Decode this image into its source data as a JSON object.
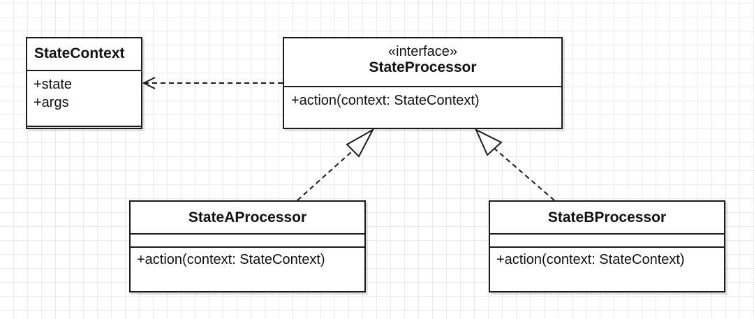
{
  "diagram": {
    "classes": [
      {
        "id": "ctx",
        "name": "StateContext",
        "stereotype": "",
        "attributes": [
          "+state",
          "+args"
        ],
        "operations": []
      },
      {
        "id": "iface",
        "name": "StateProcessor",
        "stereotype": "«interface»",
        "attributes": [],
        "operations": [
          "+action(context: StateContext)"
        ]
      },
      {
        "id": "stateA",
        "name": "StateAProcessor",
        "stereotype": "",
        "attributes": [],
        "operations": [
          "+action(context: StateContext)"
        ]
      },
      {
        "id": "stateB",
        "name": "StateBProcessor",
        "stereotype": "",
        "attributes": [],
        "operations": [
          "+action(context: StateContext)"
        ]
      }
    ],
    "relations": [
      {
        "type": "dependency",
        "from": "StateProcessor",
        "to": "StateContext"
      },
      {
        "type": "realization",
        "from": "StateAProcessor",
        "to": "StateProcessor"
      },
      {
        "type": "realization",
        "from": "StateBProcessor",
        "to": "StateProcessor"
      }
    ]
  },
  "colors": {
    "line": "#1a1a1a",
    "grid": "#ebebeb",
    "background": "#ffffff"
  }
}
